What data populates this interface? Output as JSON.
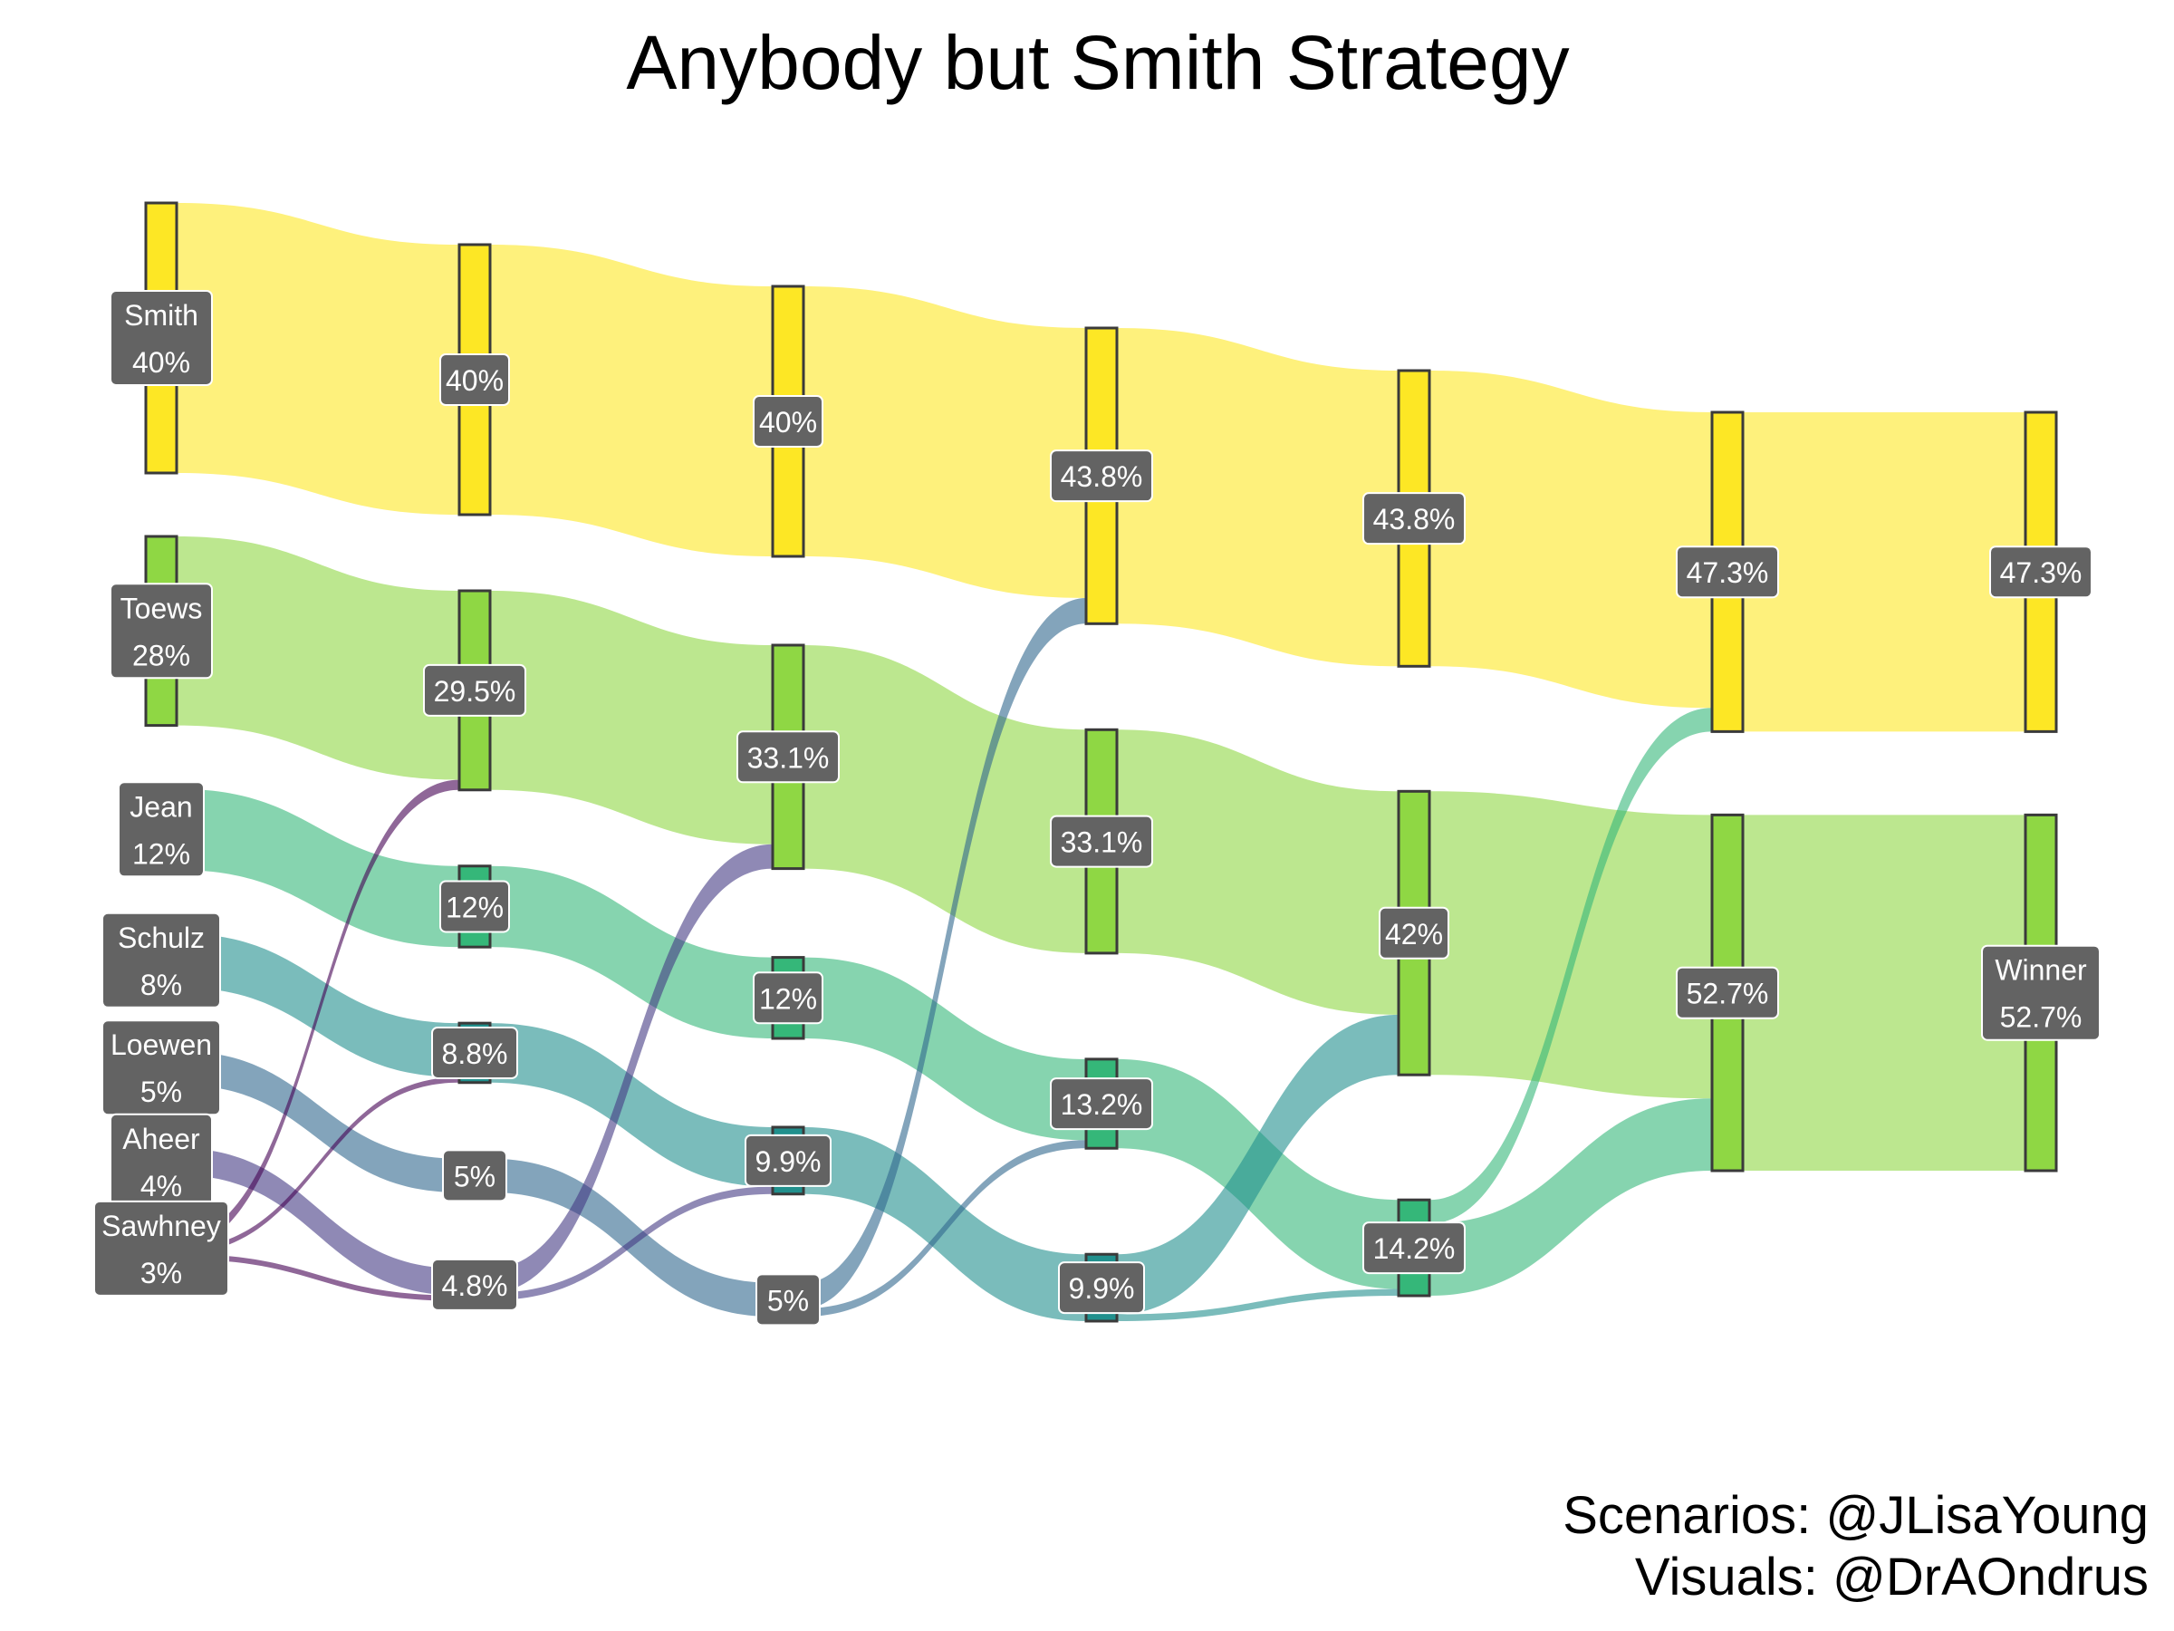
{
  "title": "Anybody but Smith Strategy",
  "credits": [
    "Scenarios: @JLisaYoung",
    "Visuals: @DrAOndrus"
  ],
  "colors": {
    "Smith": "#fde725",
    "Toews": "#8fd744",
    "Jean": "#35b779",
    "Schulz": "#21908d",
    "Loewen": "#31688e",
    "Aheer": "#443a83",
    "Sawhney": "#440154",
    "label_bg": "#636363",
    "node_border": "#3a3a3a"
  },
  "chart_data": {
    "type": "sankey",
    "title": "Anybody but Smith Strategy",
    "stages": [
      {
        "nodes": [
          {
            "id": "0-Smith",
            "party": "Smith",
            "name": "Smith",
            "value": 40,
            "label": "40%"
          },
          {
            "id": "0-Toews",
            "party": "Toews",
            "name": "Toews",
            "value": 28,
            "label": "28%"
          },
          {
            "id": "0-Jean",
            "party": "Jean",
            "name": "Jean",
            "value": 12,
            "label": "12%"
          },
          {
            "id": "0-Schulz",
            "party": "Schulz",
            "name": "Schulz",
            "value": 8,
            "label": "8%"
          },
          {
            "id": "0-Loewen",
            "party": "Loewen",
            "name": "Loewen",
            "value": 5,
            "label": "5%"
          },
          {
            "id": "0-Aheer",
            "party": "Aheer",
            "name": "Aheer",
            "value": 4,
            "label": "4%"
          },
          {
            "id": "0-Sawhney",
            "party": "Sawhney",
            "name": "Sawhney",
            "value": 3,
            "label": "3%"
          }
        ]
      },
      {
        "nodes": [
          {
            "id": "1-Smith",
            "party": "Smith",
            "value": 40,
            "label": "40%"
          },
          {
            "id": "1-Toews",
            "party": "Toews",
            "value": 29.5,
            "label": "29.5%"
          },
          {
            "id": "1-Jean",
            "party": "Jean",
            "value": 12,
            "label": "12%"
          },
          {
            "id": "1-Schulz",
            "party": "Schulz",
            "value": 8.8,
            "label": "8.8%"
          },
          {
            "id": "1-Loewen",
            "party": "Loewen",
            "value": 5,
            "label": "5%"
          },
          {
            "id": "1-Aheer",
            "party": "Aheer",
            "value": 4.8,
            "label": "4.8%"
          }
        ]
      },
      {
        "nodes": [
          {
            "id": "2-Smith",
            "party": "Smith",
            "value": 40,
            "label": "40%"
          },
          {
            "id": "2-Toews",
            "party": "Toews",
            "value": 33.1,
            "label": "33.1%"
          },
          {
            "id": "2-Jean",
            "party": "Jean",
            "value": 12,
            "label": "12%"
          },
          {
            "id": "2-Schulz",
            "party": "Schulz",
            "value": 9.9,
            "label": "9.9%"
          },
          {
            "id": "2-Loewen",
            "party": "Loewen",
            "value": 5,
            "label": "5%"
          }
        ]
      },
      {
        "nodes": [
          {
            "id": "3-Smith",
            "party": "Smith",
            "value": 43.8,
            "label": "43.8%"
          },
          {
            "id": "3-Toews",
            "party": "Toews",
            "value": 33.1,
            "label": "33.1%"
          },
          {
            "id": "3-Jean",
            "party": "Jean",
            "value": 13.2,
            "label": "13.2%"
          },
          {
            "id": "3-Schulz",
            "party": "Schulz",
            "value": 9.9,
            "label": "9.9%"
          }
        ]
      },
      {
        "nodes": [
          {
            "id": "4-Smith",
            "party": "Smith",
            "value": 43.8,
            "label": "43.8%"
          },
          {
            "id": "4-Toews",
            "party": "Toews",
            "value": 42,
            "label": "42%"
          },
          {
            "id": "4-Jean",
            "party": "Jean",
            "value": 14.2,
            "label": "14.2%"
          }
        ]
      },
      {
        "nodes": [
          {
            "id": "5-Smith",
            "party": "Smith",
            "value": 47.3,
            "label": "47.3%"
          },
          {
            "id": "5-Toews",
            "party": "Toews",
            "value": 52.7,
            "label": "52.7%"
          }
        ]
      },
      {
        "nodes": [
          {
            "id": "6-Smith",
            "party": "Smith",
            "value": 47.3,
            "label": "47.3%"
          },
          {
            "id": "6-Toews",
            "party": "Toews",
            "name": "Winner",
            "value": 52.7,
            "label": "52.7%"
          }
        ]
      }
    ],
    "links": [
      {
        "source": "0-Smith",
        "target": "1-Smith",
        "value": 40
      },
      {
        "source": "0-Toews",
        "target": "1-Toews",
        "value": 28
      },
      {
        "source": "0-Jean",
        "target": "1-Jean",
        "value": 12
      },
      {
        "source": "0-Schulz",
        "target": "1-Schulz",
        "value": 8
      },
      {
        "source": "0-Loewen",
        "target": "1-Loewen",
        "value": 5
      },
      {
        "source": "0-Aheer",
        "target": "1-Aheer",
        "value": 4
      },
      {
        "source": "0-Sawhney",
        "target": "1-Toews",
        "value": 1.5
      },
      {
        "source": "0-Sawhney",
        "target": "1-Schulz",
        "value": 0.8
      },
      {
        "source": "0-Sawhney",
        "target": "1-Aheer",
        "value": 0.8
      },
      {
        "source": "1-Smith",
        "target": "2-Smith",
        "value": 40
      },
      {
        "source": "1-Toews",
        "target": "2-Toews",
        "value": 29.5
      },
      {
        "source": "1-Jean",
        "target": "2-Jean",
        "value": 12
      },
      {
        "source": "1-Schulz",
        "target": "2-Schulz",
        "value": 8.8
      },
      {
        "source": "1-Loewen",
        "target": "2-Loewen",
        "value": 5
      },
      {
        "source": "1-Aheer",
        "target": "2-Toews",
        "value": 3.6
      },
      {
        "source": "1-Aheer",
        "target": "2-Schulz",
        "value": 1.1
      },
      {
        "source": "2-Smith",
        "target": "3-Smith",
        "value": 40
      },
      {
        "source": "2-Toews",
        "target": "3-Toews",
        "value": 33.1
      },
      {
        "source": "2-Jean",
        "target": "3-Jean",
        "value": 12
      },
      {
        "source": "2-Schulz",
        "target": "3-Schulz",
        "value": 9.9
      },
      {
        "source": "2-Loewen",
        "target": "3-Smith",
        "value": 3.8
      },
      {
        "source": "2-Loewen",
        "target": "3-Jean",
        "value": 1.2
      },
      {
        "source": "3-Smith",
        "target": "4-Smith",
        "value": 43.8
      },
      {
        "source": "3-Toews",
        "target": "4-Toews",
        "value": 33.1
      },
      {
        "source": "3-Jean",
        "target": "4-Jean",
        "value": 13.2
      },
      {
        "source": "3-Schulz",
        "target": "4-Toews",
        "value": 8.9
      },
      {
        "source": "3-Schulz",
        "target": "4-Jean",
        "value": 1
      },
      {
        "source": "4-Smith",
        "target": "5-Smith",
        "value": 43.8
      },
      {
        "source": "4-Toews",
        "target": "5-Toews",
        "value": 42
      },
      {
        "source": "4-Jean",
        "target": "5-Smith",
        "value": 3.5
      },
      {
        "source": "4-Jean",
        "target": "5-Toews",
        "value": 10.7
      },
      {
        "source": "5-Smith",
        "target": "6-Smith",
        "value": 47.3
      },
      {
        "source": "5-Toews",
        "target": "6-Toews",
        "value": 52.7
      }
    ]
  }
}
